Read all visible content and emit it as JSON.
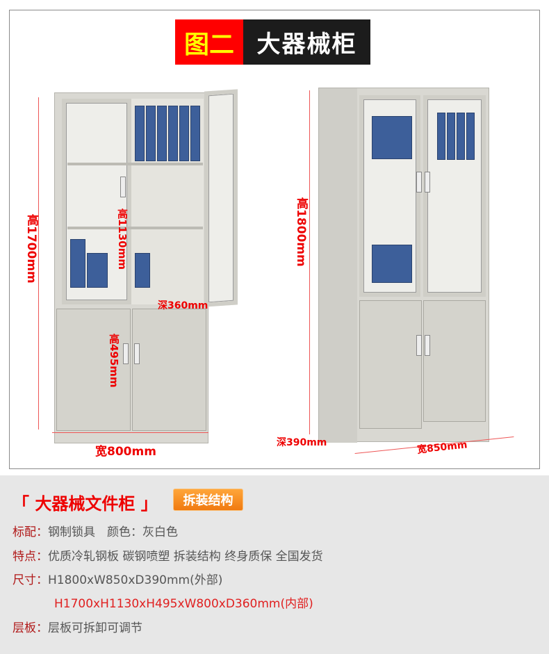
{
  "header": {
    "figure_label": "图二",
    "title": "大器械柜"
  },
  "dimensions": {
    "left_height": "高1700mm",
    "left_upper": "高1130mm",
    "left_depth": "深360mm",
    "left_lower": "高495mm",
    "left_width": "宽800mm",
    "right_height": "高1800mm",
    "right_depth": "深390mm",
    "right_width": "宽850mm"
  },
  "info": {
    "product_title": "「 大器械文件柜 」",
    "structure_button": "拆装结构",
    "rows": [
      {
        "key": "标配：",
        "value": "钢制锁具　颜色：灰白色"
      },
      {
        "key": "特点：",
        "value": "优质冷轧钢板 碳钢喷塑 拆装结构 终身质保 全国发货"
      },
      {
        "key": "尺寸：",
        "value": "H1800xW850xD390mm(外部)"
      },
      {
        "key": "",
        "value": "H1700xH1130xH495xW800xD360mm(内部)"
      },
      {
        "key": "层板：",
        "value": "层板可拆卸可调节"
      }
    ]
  }
}
